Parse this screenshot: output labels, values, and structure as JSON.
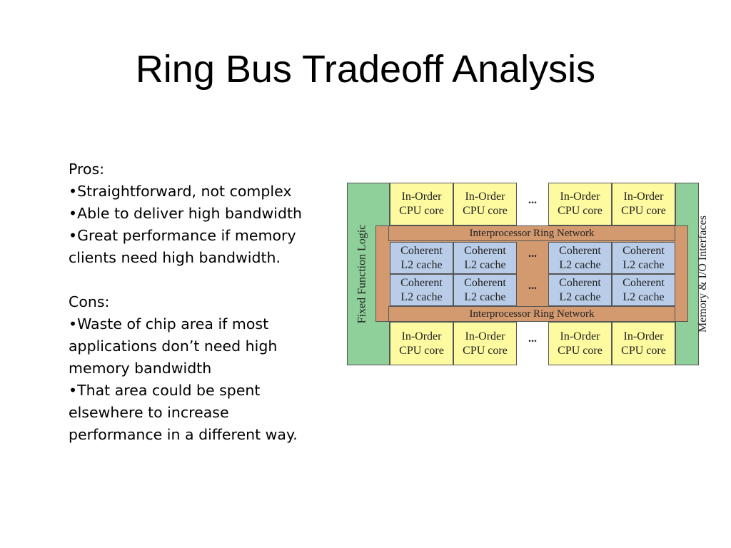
{
  "slide": {
    "title": "Ring Bus Tradeoff Analysis"
  },
  "text": {
    "pros_heading": "Pros:",
    "pros_1": "•Straightforward, not complex",
    "pros_2": "•Able to deliver high bandwidth",
    "pros_3a": "•Great performance if memory",
    "pros_3b": "clients need high bandwidth.",
    "cons_heading": "Cons:",
    "cons_1a": "•Waste of chip area if most",
    "cons_1b": "applications don’t need high",
    "cons_1c": "memory bandwidth",
    "cons_2a": "•That area could be spent",
    "cons_2b": "elsewhere to increase",
    "cons_2c": "performance in a different way."
  },
  "diagram": {
    "left_block": "Fixed Function Logic",
    "right_block": "Memory & I/O Interfaces",
    "ring_label": "Interprocessor Ring Network",
    "cpu_line1": "In-Order",
    "cpu_line2": "CPU core",
    "cache_line1": "Coherent",
    "cache_line2": "L2 cache",
    "ellipsis": "...",
    "colors": {
      "fixed_function": "#8fcf9a",
      "cpu_core": "#fdfaa0",
      "ring": "#d3996f",
      "cache": "#b9cde8"
    }
  }
}
